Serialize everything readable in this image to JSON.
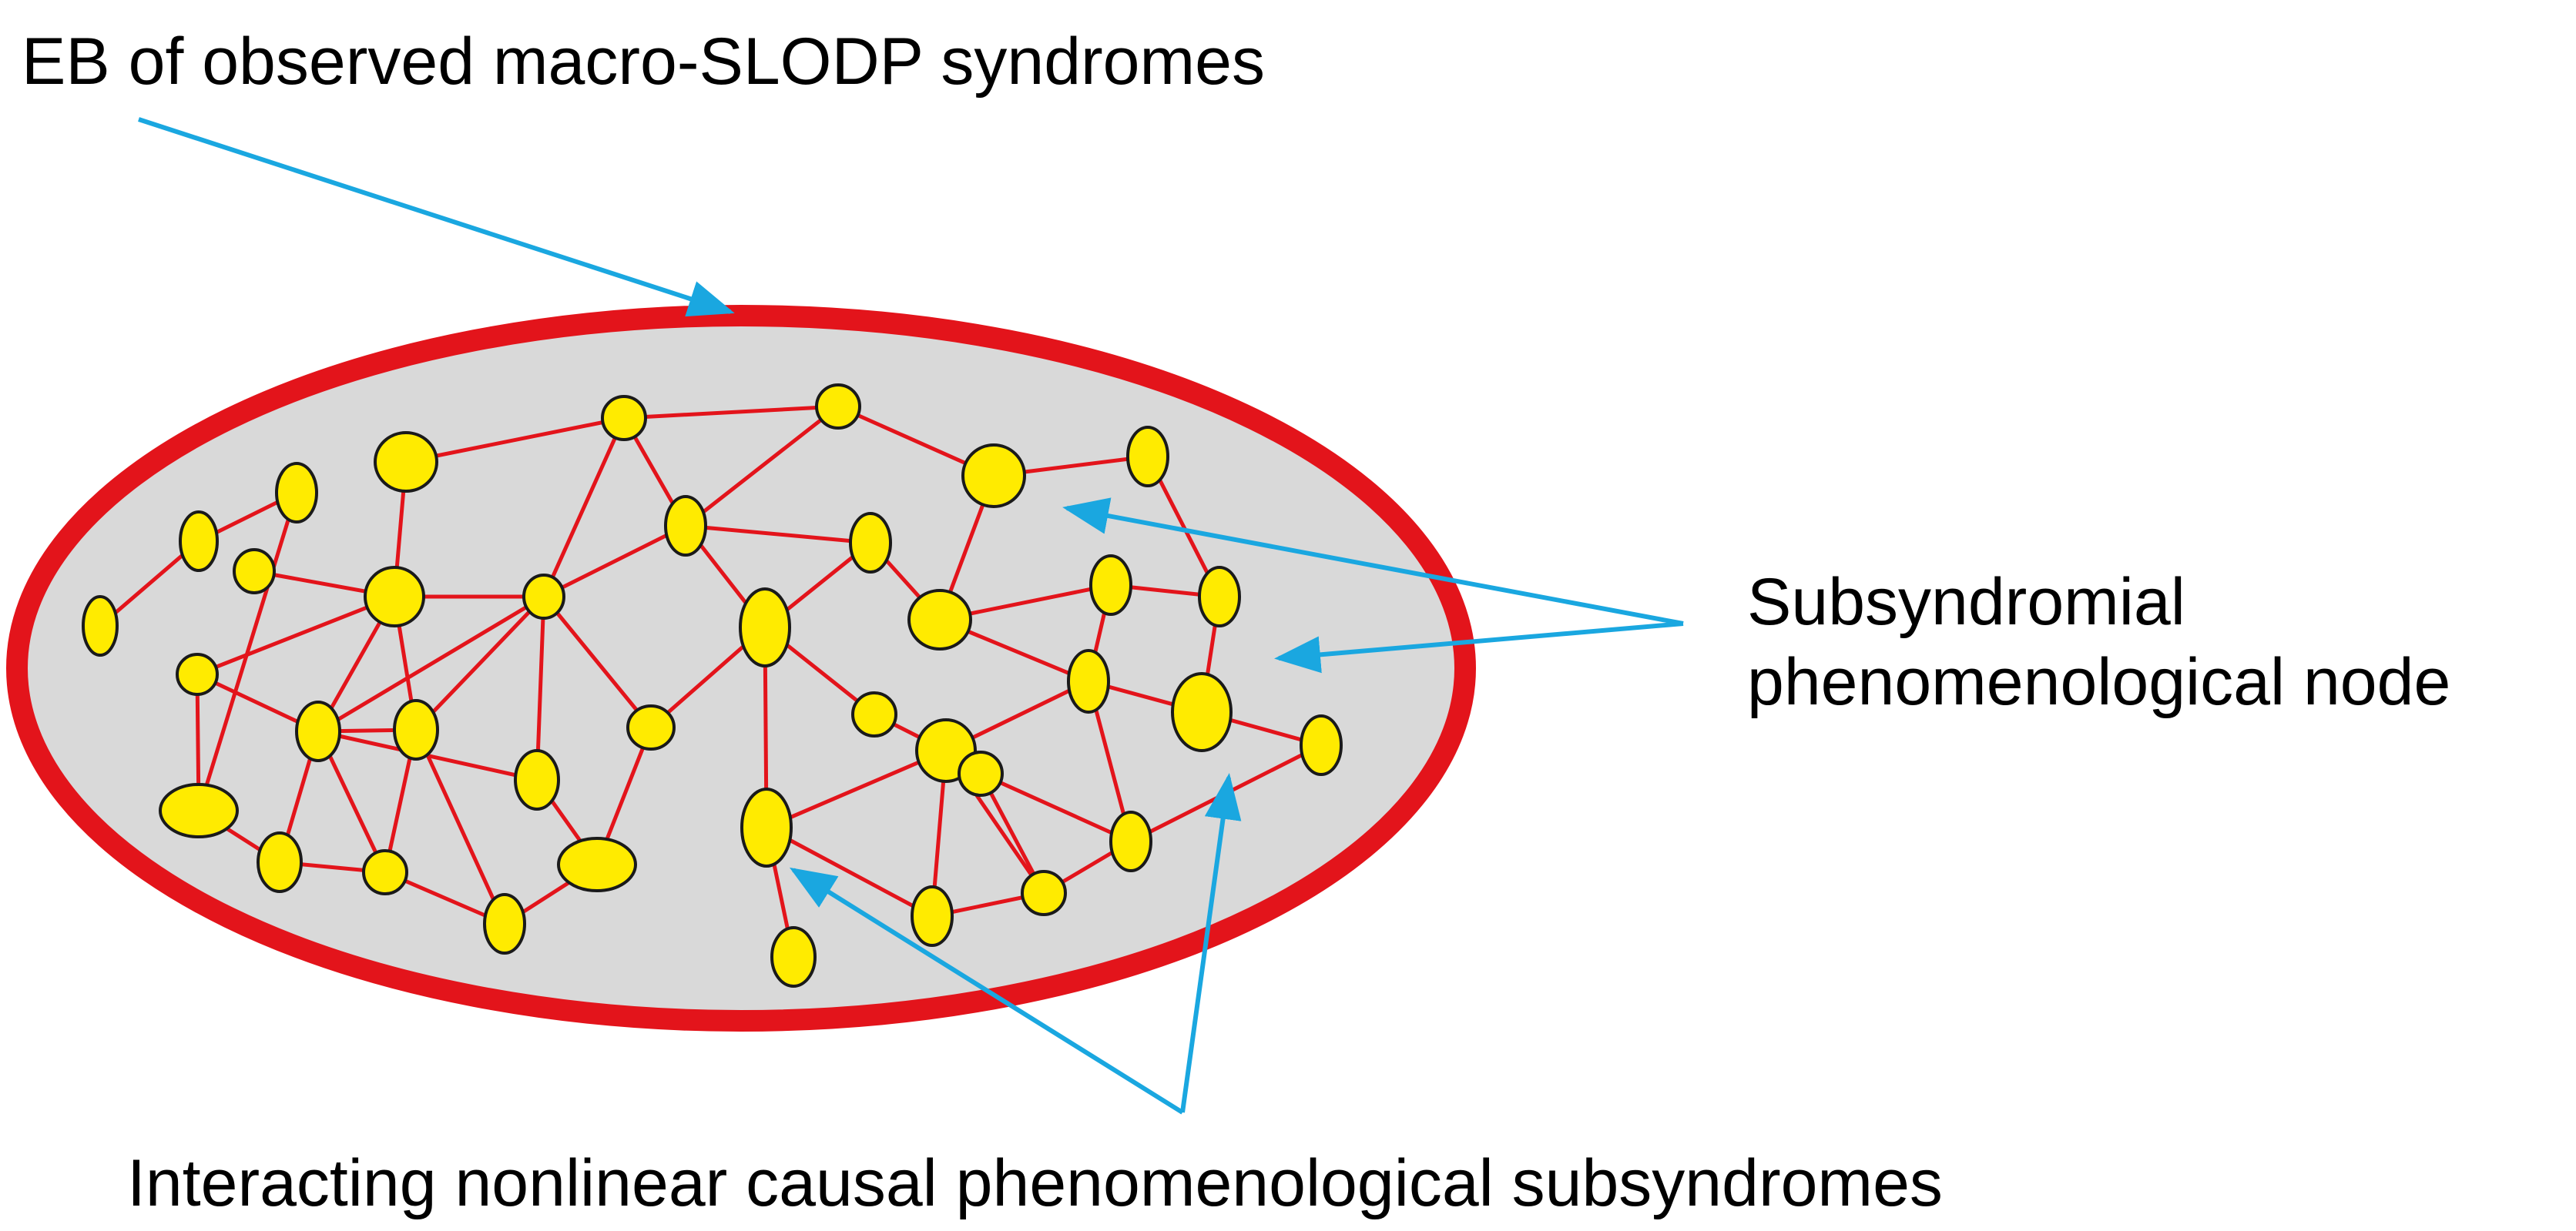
{
  "labels": {
    "eb": "EB of observed macro-SLODP syndromes",
    "node_line1": "Subsyndromial",
    "node_line2": "phenomenological node",
    "subsyndromes": "Interacting nonlinear causal phenomenological subsyndromes"
  },
  "colors": {
    "boundary": "#e3141b",
    "fill": "#d9d9d9",
    "node": "#ffeb00",
    "node_stroke": "#1a1a1a",
    "edge": "#e3141b",
    "arrow": "#1aa7e0"
  }
}
